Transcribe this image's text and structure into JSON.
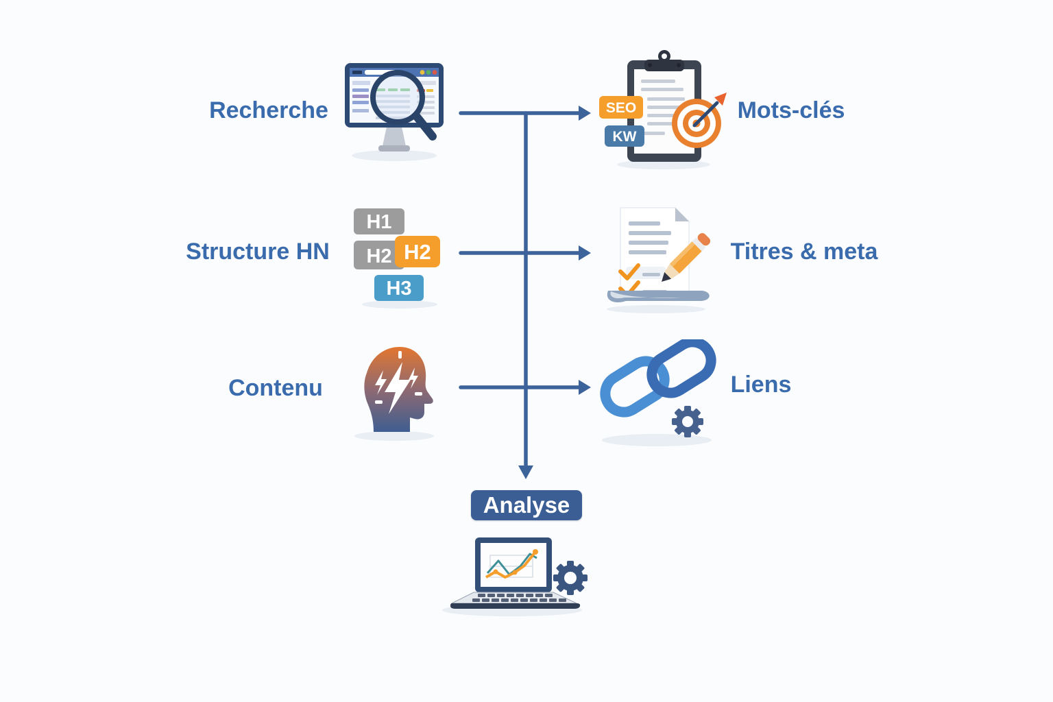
{
  "diagram": {
    "type": "flow-diagram",
    "language": "fr",
    "rows": [
      {
        "left_label": "Recherche",
        "left_icon": "computer-search-icon",
        "right_label": "Mots-clés",
        "right_icon": "clipboard-seo-target-icon"
      },
      {
        "left_label": "Structure HN",
        "left_icon": "heading-tags-icon",
        "right_label": "Titres & meta",
        "right_icon": "document-checklist-pencil-icon"
      },
      {
        "left_label": "Contenu",
        "left_icon": "head-idea-icon",
        "right_label": "Liens",
        "right_icon": "chain-links-gear-icon"
      }
    ],
    "badges": {
      "seo": "SEO",
      "kw": "KW",
      "h1": "H1",
      "h2_gray": "H2",
      "h2_orange": "H2",
      "h3": "H3"
    },
    "analyse": {
      "label": "Analyse",
      "icon": "laptop-analytics-gear-icon"
    },
    "colors": {
      "page-bg": "#fbfcfe",
      "label-blue": "#3a6bad",
      "arrow-blue": "#3d639b",
      "analyse-bg": "#3b5e94",
      "badge-orange": "#f59e2c",
      "badge-steel-blue": "#4a7aa8",
      "badge-gray": "#9c9c9c",
      "badge-light-blue": "#4a9dc8",
      "target-orange": "#e8802d",
      "link-light-blue": "#4a8fd4",
      "link-dark-blue": "#3a6cb3",
      "gear-blue": "#46618d",
      "icon-dark-navy": "#2d4a75",
      "clipboard-slate": "#3d4553",
      "pencil-orange": "#f5a43c",
      "chart-teal": "#3f8f96",
      "shadow-tint": "#e9eef5"
    }
  }
}
